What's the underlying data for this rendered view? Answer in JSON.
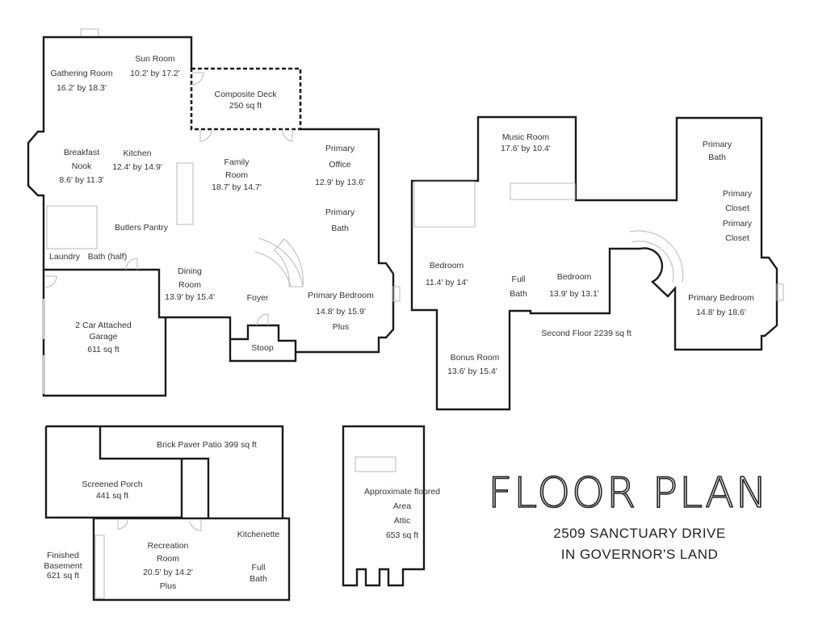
{
  "title": {
    "main": "FLOOR PLAN",
    "line1": "2509 SANCTUARY DRIVE",
    "line2": "IN GOVERNOR'S LAND"
  },
  "first_floor": {
    "sun_room": [
      "Sun Room",
      "10.2' by 17.2'"
    ],
    "gathering_room": [
      "Gathering Room",
      "16.2' by 18.3'"
    ],
    "composite_deck": [
      "Composite Deck",
      "250 sq ft"
    ],
    "breakfast_nook": [
      "Breakfast",
      "Nook",
      "8.6' by 11.3'"
    ],
    "kitchen": [
      "Kitchen",
      "12.4' by 14.9'"
    ],
    "family_room": [
      "Family",
      "Room",
      "18.7' by 14.7'"
    ],
    "primary_office": [
      "Primary",
      "Office",
      "12.9' by 13.6'"
    ],
    "primary_bath": [
      "Primary",
      "Bath"
    ],
    "butlers_pantry": [
      "Butlers Pantry"
    ],
    "laundry": [
      "Laundry"
    ],
    "half_bath": [
      "Bath (half)"
    ],
    "dining_room": [
      "Dining",
      "Room",
      "13.9' by 15.4'"
    ],
    "foyer": [
      "Foyer"
    ],
    "primary_bedroom": [
      "Primary Bedroom",
      "14.8' by 15.9'",
      "Plus"
    ],
    "stoop": [
      "Stoop"
    ],
    "garage": [
      "2 Car Attached",
      "Garage",
      "611 sq ft"
    ]
  },
  "second_floor": {
    "music_room": [
      "Music Room",
      "17.6' by 10.4'"
    ],
    "primary_bath": [
      "Primary",
      "Bath"
    ],
    "primary_closets": [
      "Primary",
      "Closet",
      "Primary",
      "Closet"
    ],
    "bedroom_1": [
      "Bedroom",
      "11.4' by 14'"
    ],
    "full_bath": [
      "Full",
      "Bath"
    ],
    "bedroom_2": [
      "Bedroom",
      "13.9' by 13.1'"
    ],
    "primary_bedroom": [
      "Primary Bedroom",
      "14.8' by 18.6'"
    ],
    "floor_total": "Second Floor 2239 sq ft",
    "bonus_room": [
      "Bonus Room",
      "13.6' by 15.4'"
    ]
  },
  "basement": {
    "patio": "Brick Paver Patio 399 sq ft",
    "screened_porch": [
      "Screened Porch",
      "441 sq ft"
    ],
    "kitchenette": "Kitchenette",
    "recreation_room": [
      "Recreation",
      "Room",
      "20.5' by 14.2'",
      "Plus"
    ],
    "full_bath": [
      "Full",
      "Bath"
    ],
    "finished_basement": [
      "Finished",
      "Basement",
      "621 sq ft"
    ]
  },
  "attic": {
    "label": [
      "Approximate floored",
      "Area",
      "Attic",
      "653 sq ft"
    ]
  }
}
